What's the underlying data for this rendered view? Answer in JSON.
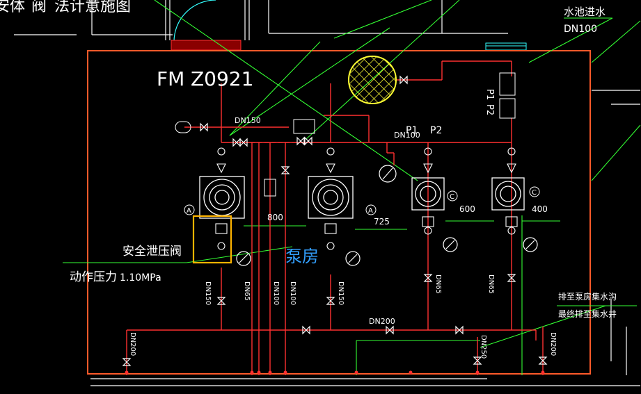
{
  "drawing": {
    "title_fragment": "安体",
    "title_fragment_2": "阀",
    "title_rest": "法计意施图",
    "inlet_label": "水池进水",
    "inlet_size": "DN100",
    "fm_code": "FM",
    "fm_number": "Z0921",
    "relief_valve_label": "安全泄压阀",
    "action_pressure": "动作压力",
    "action_pressure_value": "1.10MPa",
    "pump_room": "泵房",
    "drain_note_1": "排至泵房集水沟",
    "drain_note_2": "最终排至集水井",
    "pipe_sizes": {
      "dn150_top": "DN150",
      "dn100_mid": "DN100",
      "dn150_left": "DN150",
      "dn65_left": "DN65",
      "dn100_v1": "DN100",
      "dn100_v2": "DN100",
      "dn150_right": "DN150",
      "dn65_a": "DN65",
      "dn65_b": "DN65",
      "dn200_main": "DN200",
      "dn250_right": "DN250",
      "dn200_left": "DN200",
      "dn200_right": "DN200"
    },
    "pressure_tags": {
      "p1": "P1",
      "p2": "P2",
      "p1_mid": "P1",
      "p2_mid": "P2"
    },
    "dimensions": {
      "d800": "800",
      "d725": "725",
      "d600": "600",
      "d400": "400"
    },
    "markers": {
      "a1": "A",
      "a2": "A",
      "c1": "C",
      "c2": "C"
    },
    "colors": {
      "frame": "#ff5a2a",
      "pipe": "#ff3030",
      "equipment": "#ffffff",
      "leader": "#33ff33",
      "highlight": "#ffb400",
      "hatch": "#ffff33",
      "accent_cyan": "#33ffff"
    }
  }
}
